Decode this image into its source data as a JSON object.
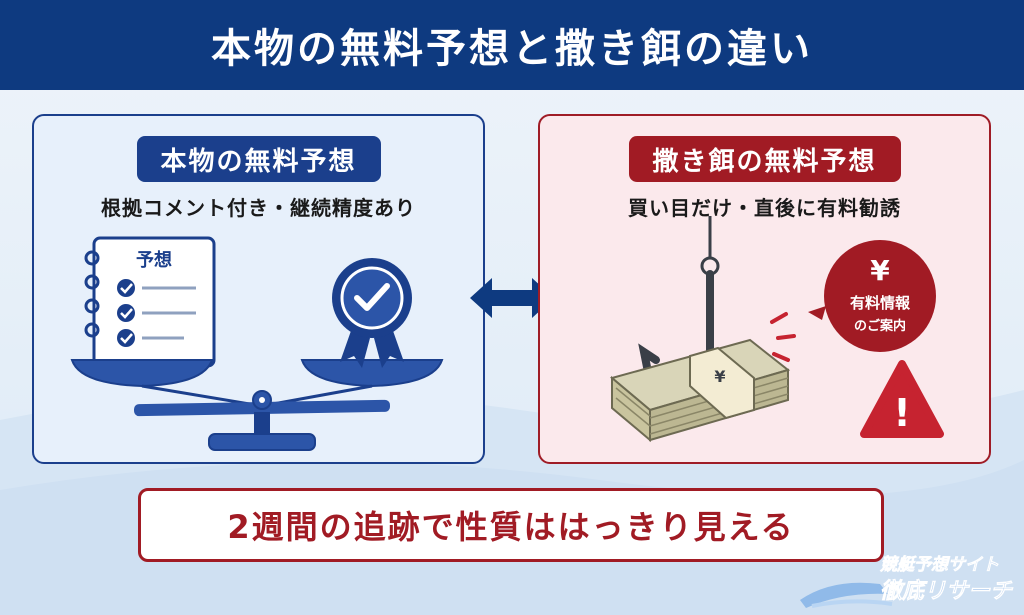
{
  "title": "本物の無料予想と撒き餌の違い",
  "left_panel": {
    "heading": "本物の無料予想",
    "subtitle": "根拠コメント付き・継続精度あり",
    "notepad_label": "予想"
  },
  "right_panel": {
    "heading": "撒き餌の無料予想",
    "subtitle": "買い目だけ・直後に有料勧誘",
    "bubble_symbol": "¥",
    "bubble_line1": "有料情報",
    "bubble_line2": "のご案内",
    "band_symbol": "¥",
    "warning_symbol": "!"
  },
  "bottom_message": "2週間の追跡で性質ははっきり見える",
  "logo": {
    "line1": "競艇予想サイト",
    "line2": "徹底リサーチ"
  },
  "colors": {
    "navy": "#0e3a80",
    "blue": "#1b3f8c",
    "red": "#a11b24",
    "left_bg": "#e7f0fb",
    "right_bg": "#fbe9ec"
  },
  "icons": [
    "scale-icon",
    "notepad-icon",
    "checkmark-icon",
    "award-badge-icon",
    "swap-arrow-icon",
    "fish-hook-icon",
    "money-stack-icon",
    "speech-bubble-icon",
    "warning-icon"
  ]
}
